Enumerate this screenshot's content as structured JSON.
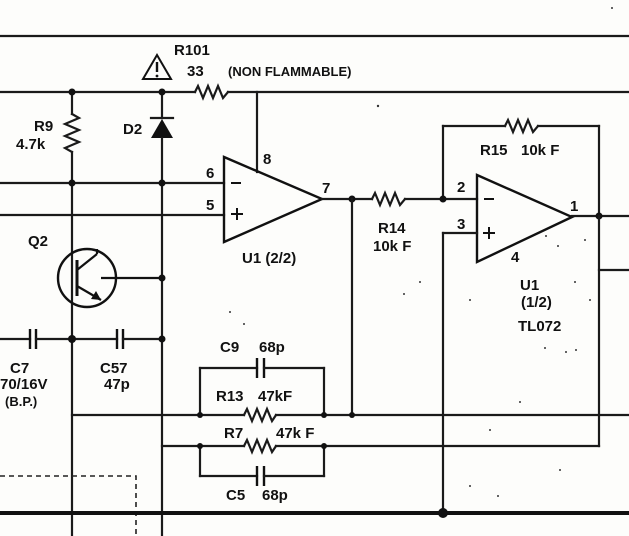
{
  "warning_symbol": "warning-triangle-icon",
  "labels": {
    "r101_ref": "R101",
    "r101_val": "33",
    "r101_note": "(NON FLAMMABLE)",
    "r9_ref": "R9",
    "r9_val": "4.7k",
    "d2_ref": "D2",
    "pin6": "6",
    "pin8": "8",
    "pin5": "5",
    "pin7": "7",
    "u1a_ref": "U1 (2/2)",
    "q2_ref": "Q2",
    "r14_ref": "R14",
    "r14_val": "10k F",
    "r15_ref": "R15",
    "r15_val": "10k F",
    "pin2": "2",
    "pin3": "3",
    "pin1": "1",
    "pin4": "4",
    "u1b_ref": "U1",
    "u1b_part": "(1/2)",
    "u1b_type": "TL072",
    "c7_ref": "C7",
    "c7_val": "70/16V",
    "c7_note": "(B.P.)",
    "c57_ref": "C57",
    "c57_val": "47p",
    "c9_ref": "C9",
    "c9_val": "68p",
    "r13_ref": "R13",
    "r13_val": "47kF",
    "r7_ref": "R7",
    "r7_val": "47k F",
    "c5_ref": "C5",
    "c5_val": "68p"
  }
}
